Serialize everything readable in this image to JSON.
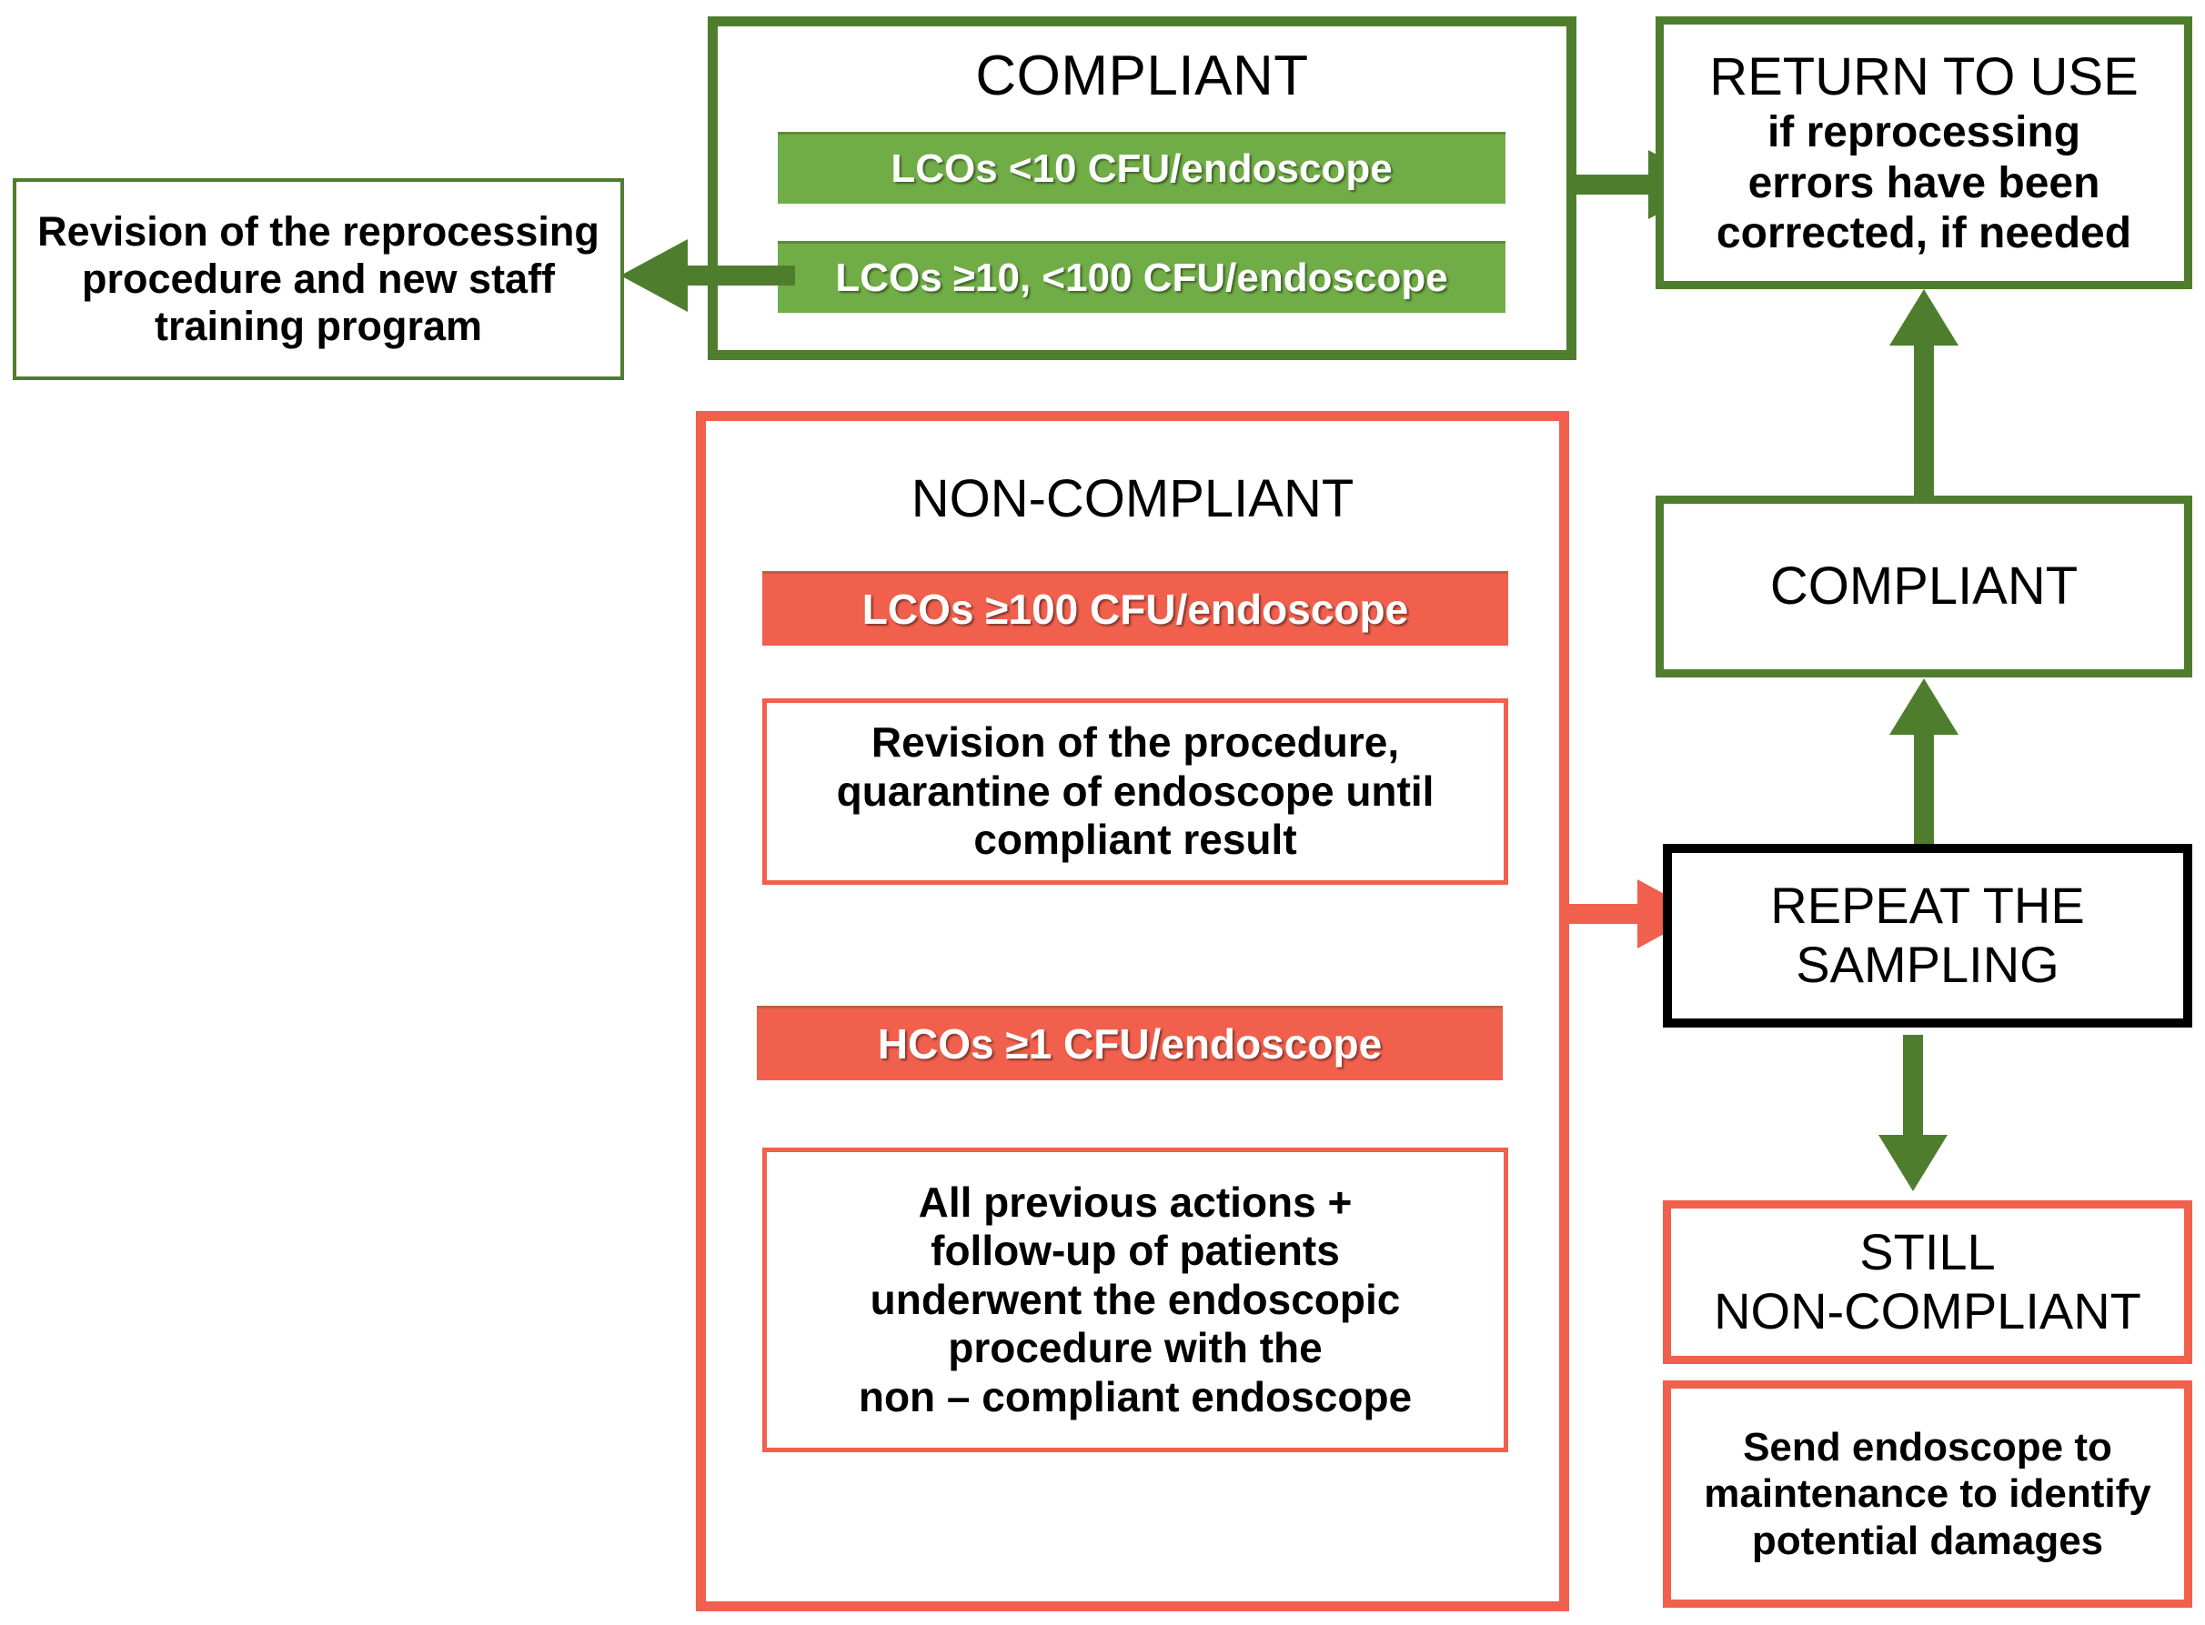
{
  "diagram": {
    "title": "Endoscope microbiological surveillance result flowchart",
    "colors": {
      "green_frame": "#4F7D2E",
      "green_fill": "#70AD47",
      "red_frame": "#F0604D",
      "red_fill": "#F0604D",
      "black": "#000000",
      "background": "#FFFFFF"
    },
    "nodes": {
      "revision_training": {
        "label": "Revision of the reprocessing\nprocedure and new staff\ntraining program",
        "style": "green-outline"
      },
      "compliant_group": {
        "heading": "COMPLIANT",
        "criteria": [
          {
            "label": "LCOs <10 CFU/endoscope",
            "style": "green-fill"
          },
          {
            "label": "LCOs ≥10, <100 CFU/endoscope",
            "style": "green-fill"
          }
        ]
      },
      "return_to_use": {
        "line1": "RETURN TO USE",
        "line2": "if reprocessing\nerrors have been\ncorrected, if needed",
        "style": "green-outline"
      },
      "noncompliant_group": {
        "heading": "NON-COMPLIANT",
        "items": [
          {
            "label": "LCOs ≥100 CFU/endoscope",
            "style": "red-fill"
          },
          {
            "label": "Revision of the procedure,\nquarantine of endoscope until\ncompliant result",
            "style": "red-outline"
          },
          {
            "label": "HCOs ≥1 CFU/endoscope",
            "style": "red-fill"
          },
          {
            "label": "All previous actions +\nfollow-up of patients\nunderwent the endoscopic\nprocedure with the\nnon – compliant endoscope",
            "style": "red-outline"
          }
        ]
      },
      "compliant_result": {
        "label": "COMPLIANT",
        "style": "green-outline"
      },
      "repeat_sampling": {
        "label": "REPEAT THE\nSAMPLING",
        "style": "black-outline"
      },
      "still_noncompliant": {
        "label": "STILL\nNON-COMPLIANT",
        "style": "red-outline"
      },
      "send_maintenance": {
        "label": "Send endoscope to\nmaintenance to identify\npotential damages",
        "style": "red-outline"
      }
    },
    "edges": [
      {
        "from": "compliant_group",
        "to": "revision_training",
        "color": "#4F7D2E",
        "direction": "left"
      },
      {
        "from": "compliant_group",
        "to": "return_to_use",
        "color": "#4F7D2E",
        "direction": "right"
      },
      {
        "from": "noncompliant_group",
        "to": "repeat_sampling",
        "color": "#F0604D",
        "direction": "right"
      },
      {
        "from": "repeat_sampling",
        "to": "compliant_result",
        "color": "#4F7D2E",
        "direction": "up"
      },
      {
        "from": "compliant_result",
        "to": "return_to_use",
        "color": "#4F7D2E",
        "direction": "up"
      },
      {
        "from": "repeat_sampling",
        "to": "still_noncompliant",
        "color": "#4F7D2E",
        "direction": "down"
      }
    ]
  }
}
